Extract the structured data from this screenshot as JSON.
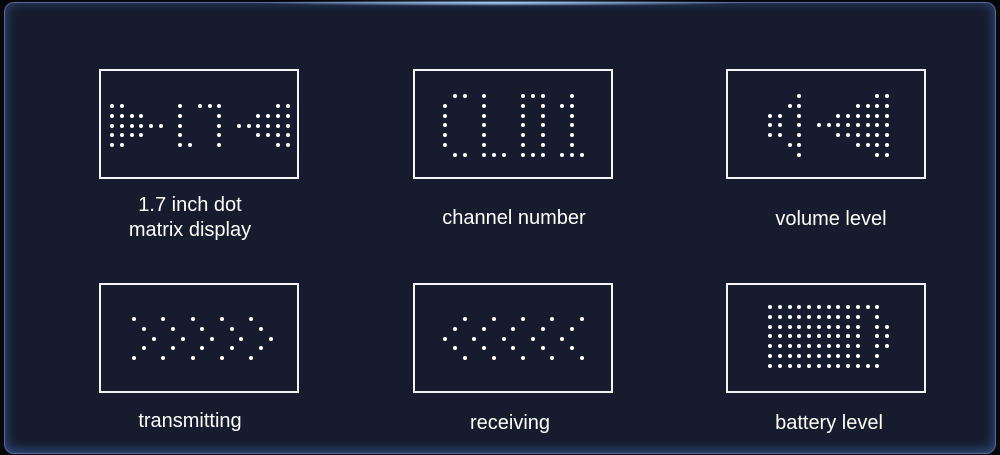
{
  "features": [
    {
      "id": "display",
      "label_lines": [
        "1.7 inch dot",
        "matrix display"
      ]
    },
    {
      "id": "channel",
      "label": "channel number"
    },
    {
      "id": "volume",
      "label": "volume level"
    },
    {
      "id": "transmit",
      "label": "transmitting"
    },
    {
      "id": "receive",
      "label": "receiving"
    },
    {
      "id": "battery",
      "label": "battery level"
    }
  ],
  "colors": {
    "background": "#161c2d",
    "foreground": "#ffffff"
  }
}
